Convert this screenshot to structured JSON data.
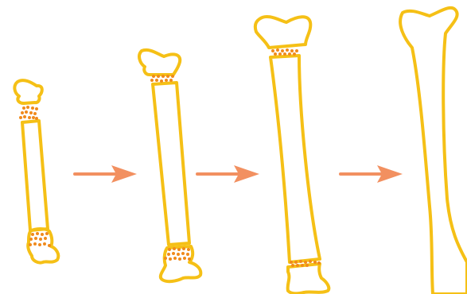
{
  "colors": {
    "bone": "#F5C016",
    "growth_plate": "#F08A1C",
    "arrow": "#F29060",
    "background": "#FFFFFF"
  },
  "stages": [
    {
      "id": "stage-1",
      "growth_plates": [
        "top",
        "bottom"
      ]
    },
    {
      "id": "stage-2",
      "growth_plates": [
        "top",
        "bottom"
      ]
    },
    {
      "id": "stage-3",
      "growth_plates": [
        "top",
        "bottom"
      ]
    },
    {
      "id": "stage-4",
      "growth_plates": []
    }
  ],
  "arrows": [
    {
      "id": "arrow-1",
      "from": "stage-1",
      "to": "stage-2",
      "icon": "right-arrow-icon"
    },
    {
      "id": "arrow-2",
      "from": "stage-2",
      "to": "stage-3",
      "icon": "right-arrow-icon"
    },
    {
      "id": "arrow-3",
      "from": "stage-3",
      "to": "stage-4",
      "icon": "right-arrow-icon"
    }
  ]
}
